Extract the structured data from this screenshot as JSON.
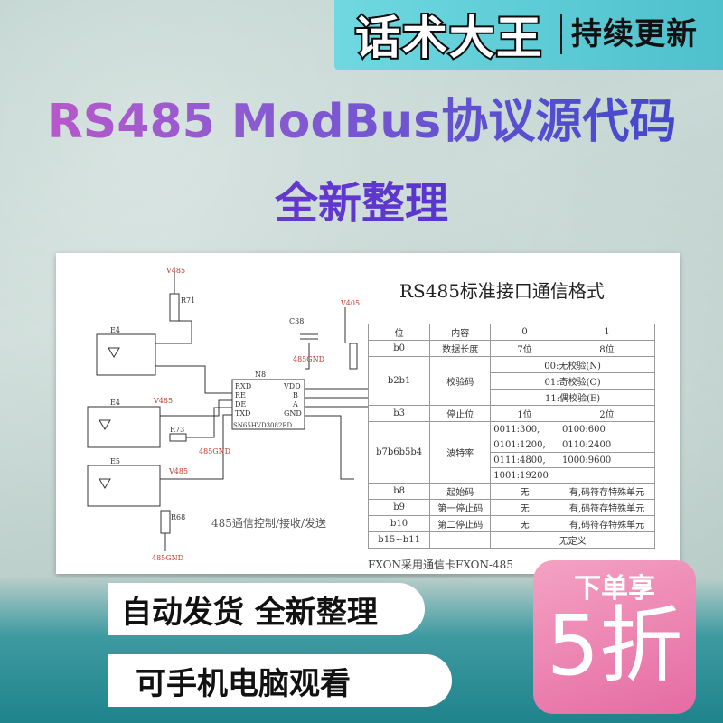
{
  "brand": {
    "name": "话术大王",
    "tagline": "持续更新"
  },
  "title": "RS485  ModBus协议源代码",
  "subtitle": "全新整理",
  "document": {
    "heading": "RS485标准接口通信格式",
    "table_headers": [
      "位",
      "内容",
      "0",
      "1"
    ],
    "rows": [
      [
        "b0",
        "数据长度",
        "7位",
        "8位"
      ],
      [
        "b2b1",
        "校验码",
        "00:无校验(N)",
        "01:奇校验(O)",
        "11:偶校验(E)"
      ],
      [
        "b3",
        "停止位",
        "1位",
        "2位"
      ],
      [
        "b7b6b5b4",
        "波特率",
        "0011:300,",
        "0100:600",
        "0101:1200,",
        "0110:2400",
        "0111:4800,",
        "1000:9600",
        "1001:19200"
      ],
      [
        "b8",
        "起始码",
        "无",
        "有,码符存特殊单元"
      ],
      [
        "b9",
        "第一停止码",
        "无",
        "有,码符存特殊单元"
      ],
      [
        "b10",
        "第二停止码",
        "无",
        "有,码符存特殊单元"
      ],
      [
        "b15~b11",
        "",
        "无定义",
        ""
      ]
    ],
    "footnote": "FXON采用通信卡FXON-485",
    "circuit_label": "485通信控制/接收/发送",
    "chip": "N8",
    "chip_model": "SN65HVD3082ED",
    "chip_pins_left": [
      "RXD",
      "RE",
      "DE",
      "TXD"
    ],
    "chip_pins_right": [
      "VDD",
      "B",
      "A",
      "GND"
    ],
    "components": [
      "E4",
      "E4",
      "E5",
      "R71",
      "R73",
      "R68",
      "C38"
    ],
    "power_labels": [
      "V485",
      "V485",
      "V485",
      "V405",
      "485GND",
      "485GND",
      "485GND"
    ]
  },
  "features": {
    "line1": "自动发货 全新整理",
    "line2": "可手机电脑观看"
  },
  "promo": {
    "top": "下单享",
    "discount": "5折"
  },
  "colors": {
    "teal": "#4ec1cc",
    "pink": "#e56ba2",
    "title_purple": "#6a4fd1"
  }
}
